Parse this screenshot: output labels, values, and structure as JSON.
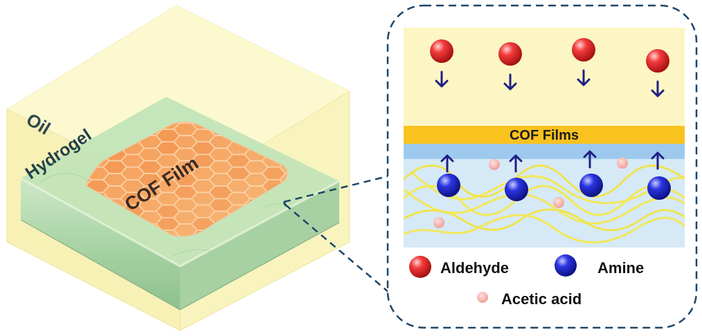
{
  "left": {
    "oil_label": "Oil",
    "hydrogel_label": "Hydrogel",
    "film_label": "COF Film"
  },
  "inset": {
    "band_label": "COF Films"
  },
  "legend": {
    "aldehyde": "Aldehyde",
    "amine": "Amine",
    "acetic_acid": "Acetic acid"
  },
  "colors": {
    "oil": "#fbf6c3",
    "hydrogel": "#b6dfb3",
    "film": "#f7a45f",
    "cof_band": "#f9c21e",
    "interface": "#9ec9ee",
    "gel_phase": "#d6e9f6",
    "aldehyde": "#e21b1b",
    "amine": "#1a25c8",
    "acid": "#f5a8a2",
    "arrow": "#1f1f86",
    "dash": "#1d4466"
  }
}
